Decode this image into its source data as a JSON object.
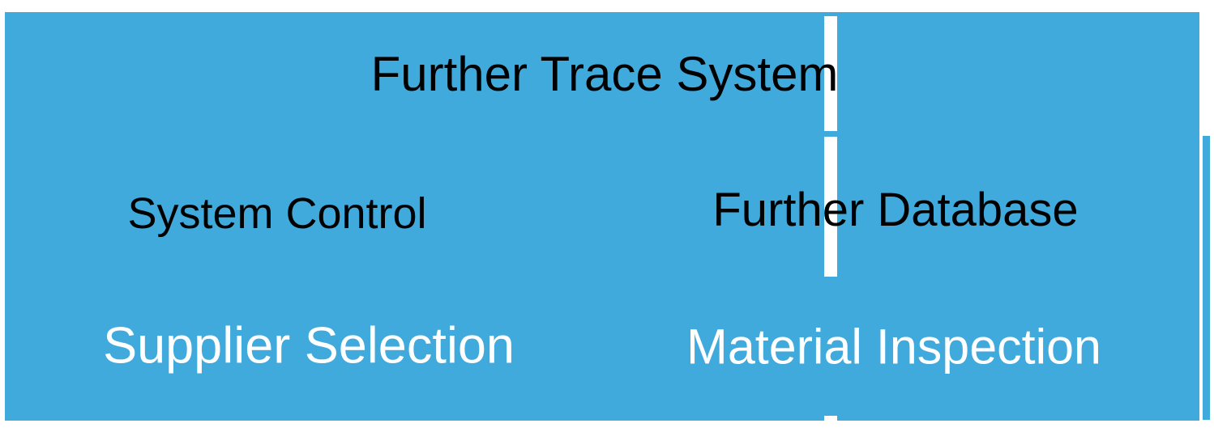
{
  "canvas": {
    "background": "#ffffff"
  },
  "diagram": {
    "panel_color": "#41AADC",
    "divider_color": "#ffffff",
    "title": {
      "label": "Further Trace System",
      "color": "#000000"
    },
    "row2": [
      {
        "label": "System Control",
        "color": "#000000"
      },
      {
        "label": "Further Database",
        "color": "#000000"
      }
    ],
    "row3": [
      {
        "label": "Supplier Selection",
        "color": "#ffffff"
      },
      {
        "label": "Material Inspection",
        "color": "#ffffff"
      }
    ]
  }
}
